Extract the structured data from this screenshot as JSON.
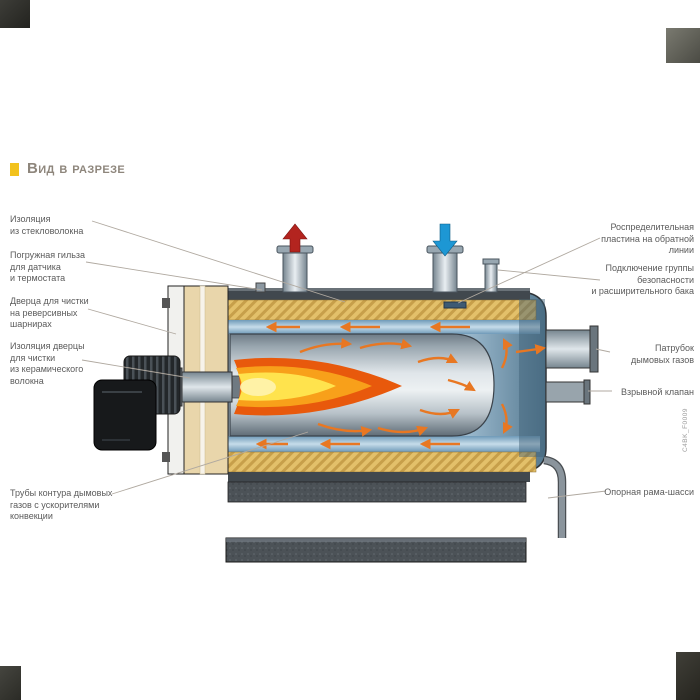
{
  "title": "Вид в разрезе",
  "drawing_code": "C4BK_F0009",
  "colors": {
    "bullet_yellow": "#f2c21d",
    "arrow_red": "#b3241f",
    "arrow_blue": "#1d97d4",
    "flame_outer": "#e8590c",
    "flame_mid": "#f8a01a",
    "flame_inner": "#ffe34d",
    "flow_arrow": "#e87722",
    "insulation": "#e3c06a",
    "label_text": "#5b5b5b"
  },
  "labels": {
    "left": [
      {
        "id": "fiberglass-insulation",
        "text": "Изоляция\nиз стекловолокна"
      },
      {
        "id": "immersion-sleeve",
        "text": "Погружная гильза\nдля датчика\nи термостата"
      },
      {
        "id": "cleaning-door",
        "text": "Дверца для чистки\nна реверсивных\nшарнирах"
      },
      {
        "id": "door-insulation",
        "text": "Изоляция дверцы\nдля чистки\nиз керамического\nволокна"
      },
      {
        "id": "flue-tubes",
        "text": "Трубы контура дымовых\nгазов с ускорителями\nконвекции"
      }
    ],
    "right": [
      {
        "id": "distribution-plate",
        "text": "Роспределительная\nпластина на обратной\nлинии"
      },
      {
        "id": "safety-group",
        "text": "Подключение группы\nбезопасности\nи расширительного бака"
      },
      {
        "id": "flue-outlet",
        "text": "Патрубок\nдымовых газов"
      },
      {
        "id": "explosion-valve",
        "text": "Взрывной клапан"
      },
      {
        "id": "support-frame",
        "text": "Опорная рама-шасси"
      }
    ]
  }
}
